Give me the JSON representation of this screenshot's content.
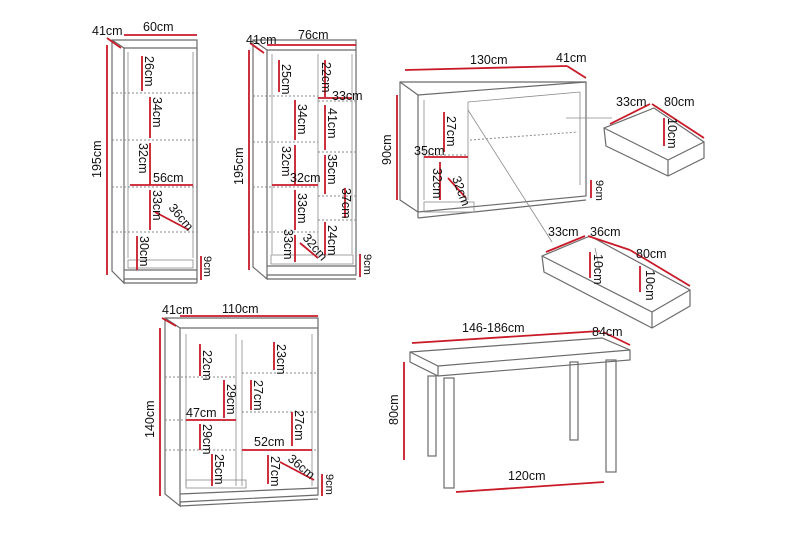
{
  "tall_cabinet_1": {
    "depth": "41cm",
    "width": "60cm",
    "height": "195cm",
    "shelf_1": "26cm",
    "shelf_2": "34cm",
    "shelf_3": "32cm",
    "inner_width": "56cm",
    "shelf_4": "33cm",
    "shelf_5": "30cm",
    "inner_depth": "36cm",
    "plinth": "9cm"
  },
  "tall_cabinet_2": {
    "depth": "41cm",
    "width": "76cm",
    "height": "195cm",
    "left_1": "25cm",
    "left_2": "34cm",
    "left_3": "32cm",
    "left_4": "33cm",
    "left_5": "33cm",
    "right_1": "22cm",
    "right_2": "41cm",
    "right_3": "35cm",
    "right_4": "37cm",
    "right_5": "24cm",
    "right_width": "33cm",
    "inner_width": "32cm",
    "inner_depth": "32cm",
    "plinth": "9cm"
  },
  "sideboard": {
    "width": "130cm",
    "depth": "41cm",
    "height": "90cm",
    "compartment_height": "27cm",
    "compartment_width": "35cm",
    "lower_height": "32cm",
    "lower_depth": "32cm",
    "plinth": "9cm"
  },
  "drawer_small": {
    "depth": "33cm",
    "width": "80cm",
    "height": "10cm"
  },
  "drawer_large": {
    "depth": "33cm",
    "inner": "36cm",
    "width": "80cm",
    "height_1": "10cm",
    "height_2": "10cm"
  },
  "display_cabinet": {
    "depth": "41cm",
    "width": "110cm",
    "height": "140cm",
    "left_1": "22cm",
    "left_2": "29cm",
    "left_width": "47cm",
    "left_3": "29cm",
    "left_4": "25cm",
    "right_1": "23cm",
    "right_2": "27cm",
    "right_3": "27cm",
    "right_width": "52cm",
    "right_4": "27cm",
    "inner_depth": "36cm",
    "plinth": "9cm"
  },
  "table": {
    "length": "146-186cm",
    "depth": "84cm",
    "height": "80cm",
    "leg_span": "120cm"
  }
}
